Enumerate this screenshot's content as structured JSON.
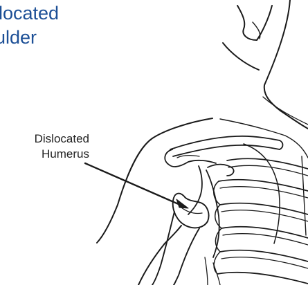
{
  "title": {
    "line1": "located",
    "line2": "ulder"
  },
  "label": {
    "line1": "Dislocated",
    "line2": "Humerus"
  },
  "colors": {
    "title": "#1c4f96",
    "ink": "#1a1a1a"
  }
}
